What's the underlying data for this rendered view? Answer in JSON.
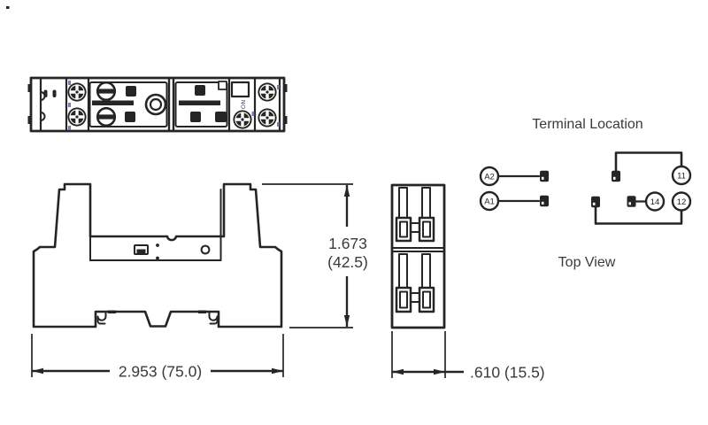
{
  "dimensions": {
    "width": "2.953 (75.0)",
    "height_inches": "1.673",
    "height_mm": "(42.5)",
    "depth": ".610 (15.5)"
  },
  "top_view": {
    "marking": "ON"
  },
  "terminal_location": {
    "title": "Terminal Location",
    "caption": "Top View",
    "coil": [
      {
        "id": "A2"
      },
      {
        "id": "A1"
      }
    ],
    "contacts": [
      {
        "id": "11"
      },
      {
        "id": "14"
      },
      {
        "id": "12"
      }
    ]
  },
  "colors": {
    "line": "#262524",
    "text": "#3a3a3c",
    "marking_navy": "#2f3a56",
    "background": "#ffffff"
  }
}
